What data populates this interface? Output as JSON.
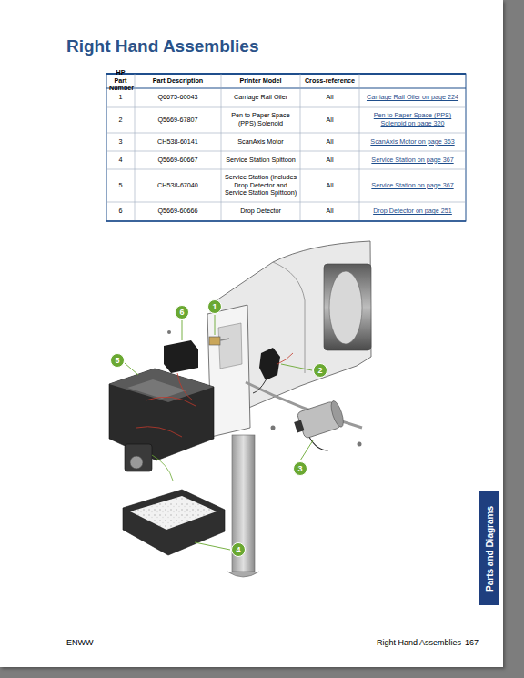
{
  "diagram": {
    "title": "Right Hand Assemblies",
    "nodes": [
      {
        "text": [
          "Parts and Diagrams"
        ]
      }
    ],
    "labels": [
      "HP Part Number",
      "Part Description",
      "Printer Model",
      "Cross-reference",
      "1",
      "Q6675-60043",
      "Carriage Rail Oiler",
      "All",
      "Carriage Rail Oiler on page 224",
      "2",
      "Q5669-67807",
      "Pen to Paper Space (PPS) Solenoid",
      "All",
      "Pen to Paper Space (PPS) Solenoid on page 320",
      "3",
      "CH538-60141",
      "ScanAxis Motor",
      "All",
      "ScanAxis Motor on page 363",
      "4",
      "Q5669-60667",
      "Service Station Spittoon",
      "All",
      "Service Station on page 367",
      "5",
      "CH538-67040",
      "Service Station (includes Drop Detector and Service Station Spittoon)",
      "All",
      "Service Station on page 367",
      "6",
      "Q5669-60666",
      "Drop Detector",
      "All",
      "Drop Detector on page 251",
      "1",
      "2",
      "3",
      "4",
      "5",
      "6",
      "ENWW",
      "Right Hand Assemblies",
      "167"
    ]
  }
}
